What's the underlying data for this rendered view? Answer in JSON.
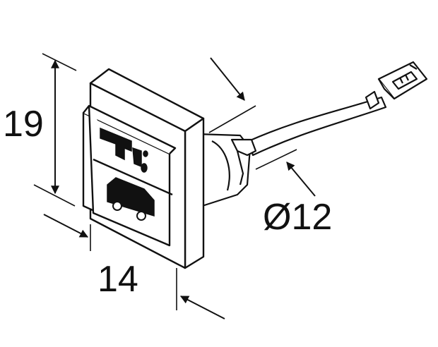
{
  "dimensions": {
    "height_label": "19",
    "width_label": "14",
    "diameter_label": "Ø12"
  },
  "icons": {
    "top_symbol": "water-tap-icon",
    "bottom_symbol": "caravan-icon"
  },
  "colors": {
    "line": "#111111",
    "fill": "#ffffff"
  }
}
